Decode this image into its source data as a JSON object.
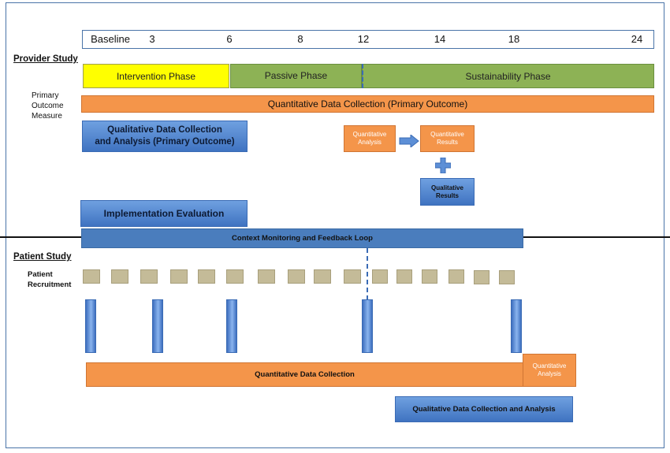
{
  "timeline": {
    "ticks": [
      "Baseline",
      "3",
      "6",
      "8",
      "12",
      "14",
      "18",
      "24"
    ]
  },
  "provider": {
    "title": "Provider Study",
    "outcome_label": [
      "Primary",
      "Outcome",
      "Measure"
    ],
    "phases": {
      "intervention": "Intervention Phase",
      "passive": "Passive Phase",
      "sustainability": "Sustainability Phase"
    },
    "quant_primary": "Quantitative  Data Collection (Primary Outcome)",
    "qual_primary": [
      "Qualitative Data Collection",
      "and Analysis (Primary Outcome)"
    ],
    "quant_analysis": [
      "Quantitative",
      "Analysis"
    ],
    "quant_results": [
      "Quantitative",
      "Results"
    ],
    "qual_results": [
      "Qualitative",
      "Results"
    ],
    "impl_eval": "Implementation Evaluation"
  },
  "context_loop": "Context Monitoring and Feedback Loop",
  "patient": {
    "title": "Patient Study",
    "recruitment_label": [
      "Patient",
      "Recruitment"
    ],
    "quant": "Quantitative  Data Collection",
    "quant_analysis": [
      "Quantitative",
      "Analysis"
    ],
    "qual": "Qualitative Data Collection and Analysis"
  },
  "colors": {
    "yellow": "#ffff00",
    "green": "#8db255",
    "orange": "#f4954a",
    "blue": "#4a7dbd",
    "tan": "#c4bb98"
  }
}
